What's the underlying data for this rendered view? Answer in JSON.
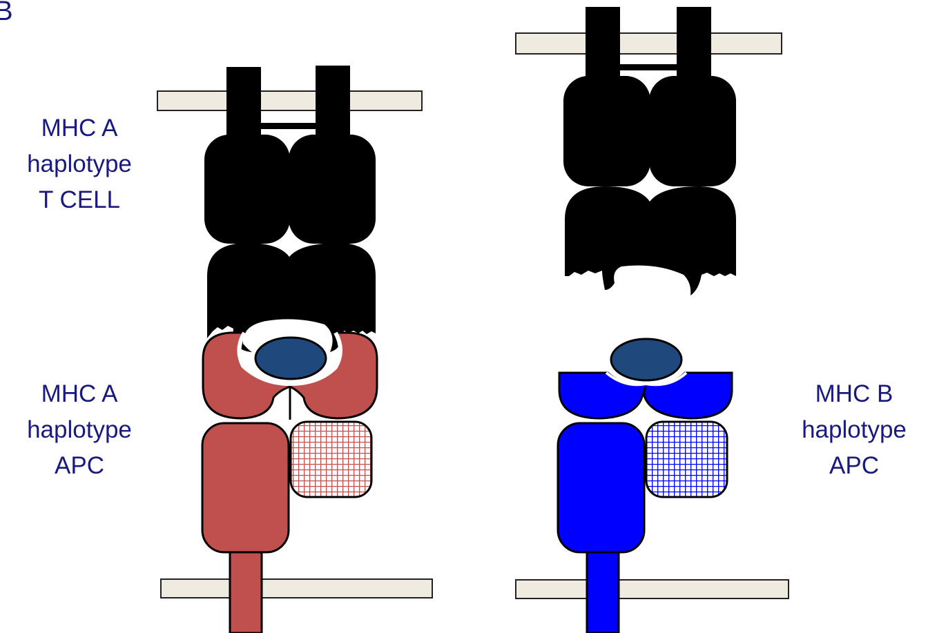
{
  "panel_label": "B",
  "labels": {
    "tcell": [
      "MHC A",
      "haplotype",
      "T CELL"
    ],
    "apc_a": [
      "MHC A",
      "haplotype",
      "APC"
    ],
    "apc_b": [
      "MHC B",
      "haplotype",
      "APC"
    ]
  },
  "colors": {
    "membrane": "#efebe0",
    "tcr": "#000000",
    "mhc_a": "#c0504d",
    "mhc_b": "#0000ff",
    "peptide": "#1f497d",
    "label_text": "#1a1a7e"
  }
}
